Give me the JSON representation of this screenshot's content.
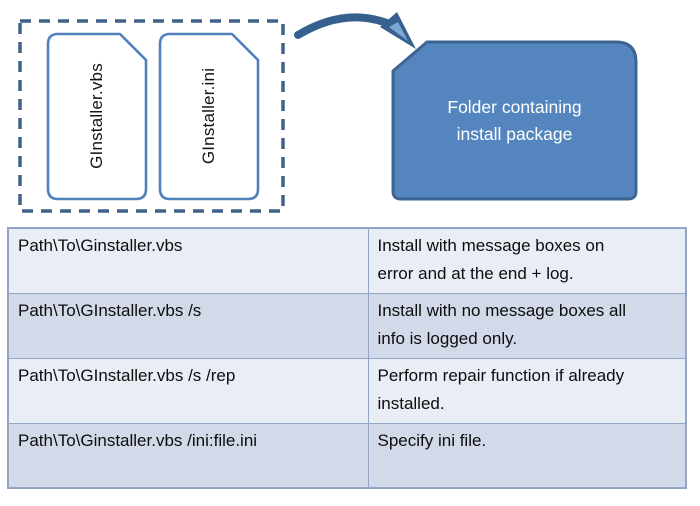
{
  "diagram": {
    "files": [
      {
        "label": "GInstaller.vbs"
      },
      {
        "label": "GInstaller.ini"
      }
    ],
    "folder_label": "Folder containing install package"
  },
  "table": {
    "rows": [
      {
        "command": "Path\\To\\Ginstaller.vbs",
        "description": "Install with message boxes on error and at the end + log."
      },
      {
        "command": "Path\\To\\GInstaller.vbs /s",
        "description": "Install with no message boxes all info is logged only."
      },
      {
        "command": "Path\\To\\GInstaller.vbs /s /rep",
        "description": "Perform repair function if already installed."
      },
      {
        "command": "Path\\To\\Ginstaller.vbs /ini:file.ini",
        "description": "Specify ini file."
      }
    ]
  },
  "colors": {
    "accent": "#4F81BD",
    "accent_dark": "#3D6591",
    "arrow": "#36618E",
    "arrow_head_inner": "#7FA7D4",
    "dash_border": "#3E6189",
    "folder_fill": "#5585BE",
    "folder_text": "#FFFFFF",
    "table_border": "#93A5C4",
    "row_light": "#E9EDF5",
    "row_dark": "#D2D9E8",
    "text": "#111111"
  }
}
